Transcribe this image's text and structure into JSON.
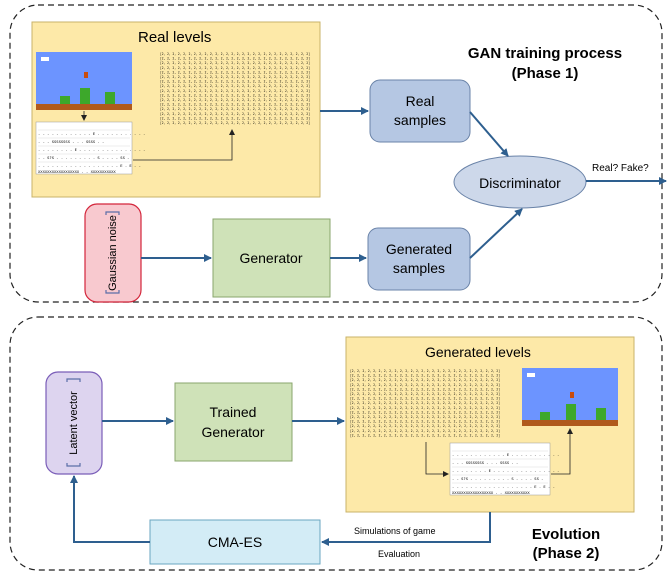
{
  "phase1": {
    "title": "GAN training process",
    "subtitle": "(Phase 1)",
    "real_levels_label": "Real levels",
    "gaussian_noise": "Gaussian noise",
    "generator": "Generator",
    "real_samples_line1": "Real",
    "real_samples_line2": "samples",
    "generated_samples_line1": "Generated",
    "generated_samples_line2": "samples",
    "discriminator": "Discriminator",
    "output_label": "Real? Fake?"
  },
  "phase2": {
    "title": "Evolution",
    "subtitle": "(Phase 2)",
    "latent_vector": "Latent vector",
    "trained_generator_line1": "Trained",
    "trained_generator_line2": "Generator",
    "generated_levels_label": "Generated levels",
    "cma_es": "CMA-ES",
    "simulations_label": "Simulations of game",
    "evaluation_label": "Evaluation"
  },
  "matrix_text": "[2, 2, 2, 2, 2, 2, 2, 2, 2, 2, 2, 2, 2, 2, 2, 2, 2, 2, 2, 2, 2, 2, 2, 2, 2, 2, 2, 2]",
  "ascii_level": {
    "row1": "- - - - - - - - - - - - E - - - - - - - - - - -",
    "row2": "- - - SSSSSSSS - - - SSSS - -",
    "row3": "- - - - - - - - E - - - - - - - - - - - - - - -",
    "row4": "- - S?S - - - - - - - - - S - - - - SS -",
    "row5": "- - - - - - - - - - - - - - - - - - E - E - -",
    "row6": "XXXXXXXXXXXXXXXXXX - - XXXXXXXXXXX"
  },
  "colors": {
    "arrow": "#2e5f8f",
    "real_bg": "#fde9a8",
    "blue_box": "#b5c7e3",
    "green_box": "#cfe2b8",
    "pink_box": "#f8c9cf",
    "purple_box": "#ddd4ef",
    "cyan_box": "#d3ecf6",
    "sky": "#6c94ff",
    "pipe": "#3da82b"
  }
}
